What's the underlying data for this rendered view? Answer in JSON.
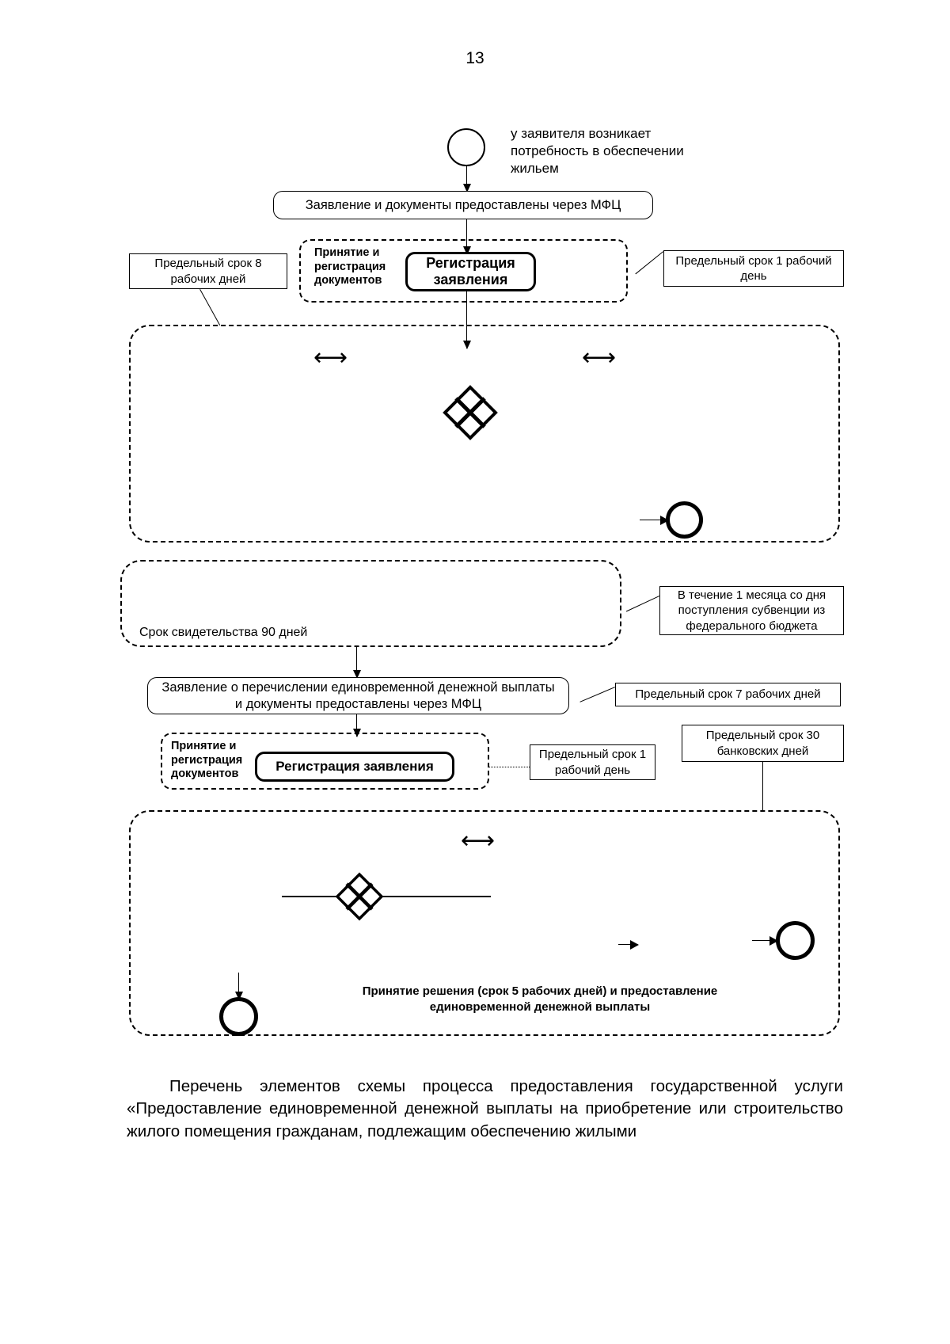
{
  "page": {
    "number": "13"
  },
  "diagram": {
    "start_note": "у заявителя возникает потребность в обеспечении жильем",
    "msg_box_1": "Заявление и документы предоставлены через МФЦ",
    "group_label_1": "Принятие и регистрация документов",
    "task_1": "Регистрация заявления",
    "annot_left_1": "Предельный срок  8 рабочих дней",
    "annot_right_1": "Предельный срок  1 рабочий день",
    "pool_2_label": "Срок свидетельства 90 дней",
    "annot_right_2": "В течение 1 месяца со дня поступления субвенции из федерального бюджета",
    "msg_box_2": "Заявление о перечислении единовременной денежной выплаты и документы предоставлены через МФЦ",
    "annot_right_3": "Предельный срок 7 рабочих дней",
    "group_label_2": "Принятие и регистрация документов",
    "task_2": "Регистрация заявления",
    "annot_right_4": "Предельный срок 1 рабочий день",
    "annot_right_5": "Предельный срок 30 банковских дней",
    "bottom_note": "Принятие решения (срок 5 рабочих дней) и предоставление единовременной денежной выплаты"
  },
  "body_text": {
    "paragraph": "Перечень элементов схемы процесса предоставления государственной услуги «Предоставление единовременной денежной выплаты на приобретение или строительство жилого помещения гражданам, подлежащим обеспечению жилыми"
  }
}
